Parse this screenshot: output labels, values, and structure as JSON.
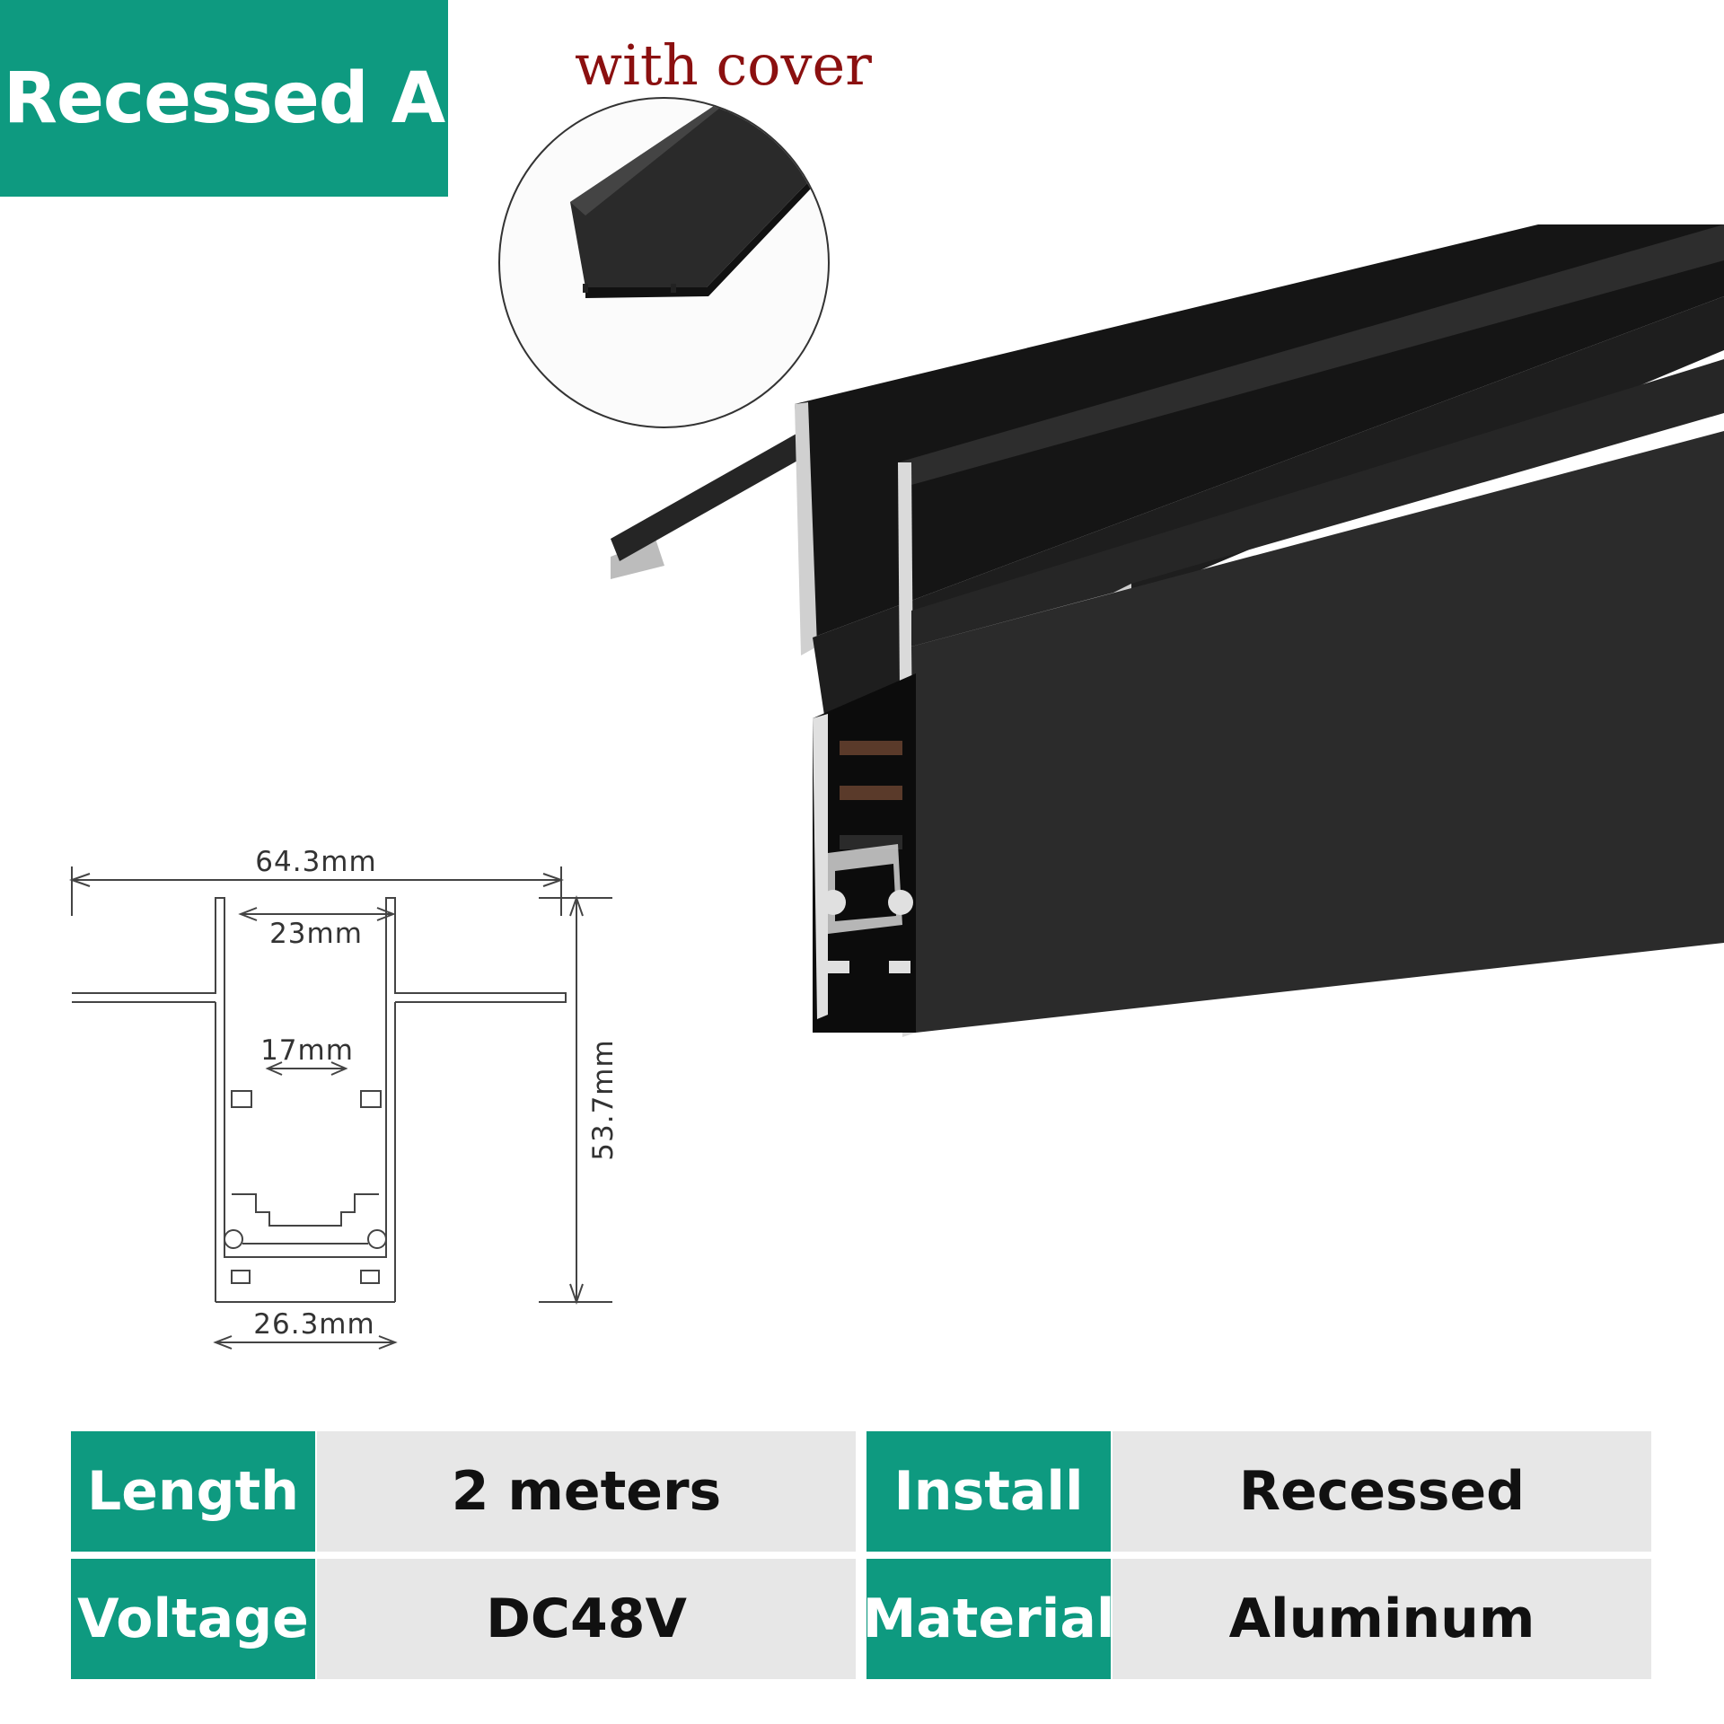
{
  "badge": {
    "label": "Recessed A"
  },
  "cover": {
    "label": "with cover"
  },
  "dimensions": {
    "total_width": "64.3mm",
    "opening_width": "23mm",
    "inner_width": "17mm",
    "height": "53.7mm",
    "bottom_width": "26.3mm"
  },
  "specs": [
    {
      "key": "Length",
      "value": "2 meters",
      "key2": "Install",
      "value2": "Recessed"
    },
    {
      "key": "Voltage",
      "value": "DC48V",
      "key2": "Material",
      "value2": "Aluminum"
    }
  ],
  "colors": {
    "accent": "#0e9a80",
    "cover_label": "#8b1010",
    "cell_bg": "#e7e7e7"
  }
}
